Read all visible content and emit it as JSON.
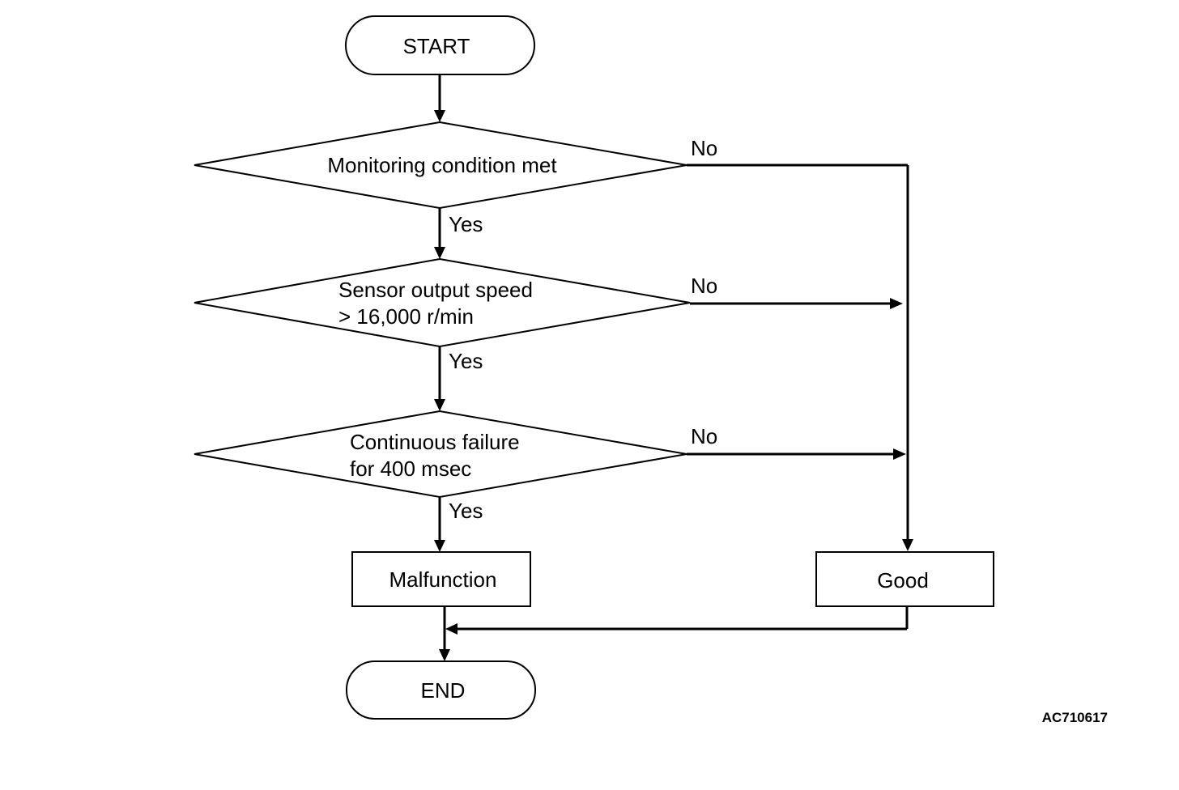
{
  "flowchart": {
    "start": "START",
    "end": "END",
    "decisions": [
      {
        "lines": [
          "Monitoring condition met"
        ],
        "yes": "Yes",
        "no": "No"
      },
      {
        "lines": [
          "Sensor output speed",
          "> 16,000 r/min"
        ],
        "yes": "Yes",
        "no": "No"
      },
      {
        "lines": [
          "Continuous failure",
          "for 400 msec"
        ],
        "yes": "Yes",
        "no": "No"
      }
    ],
    "outcomes": {
      "malfunction": "Malfunction",
      "good": "Good"
    },
    "reference_code": "AC710617"
  }
}
